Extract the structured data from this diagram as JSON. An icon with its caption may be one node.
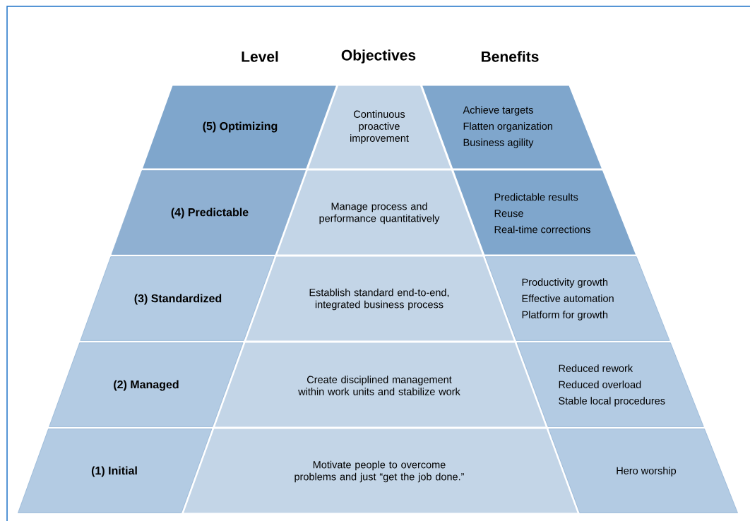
{
  "diagram": {
    "nodes": [
      {
        "text": [
          "(5) Optimizing"
        ]
      },
      {
        "text": [
          "Continuous proactive improvement"
        ]
      },
      {
        "text": [
          "Achieve targets",
          "Flatten organization",
          "Business agility"
        ]
      },
      {
        "text": [
          "(4) Predictable"
        ]
      },
      {
        "text": [
          "Manage process and performance quantitatively"
        ]
      },
      {
        "text": [
          "Predictable results",
          "Reuse",
          "Real-time corrections"
        ]
      },
      {
        "text": [
          "(3) Standardized"
        ]
      },
      {
        "text": [
          "Establish standard end-to-end, integrated business process"
        ]
      },
      {
        "text": [
          "Productivity growth",
          "Effective automation",
          "Platform for growth"
        ]
      },
      {
        "text": [
          "(2) Managed"
        ]
      },
      {
        "text": [
          "Create disciplined management within work units and stabilize work"
        ]
      },
      {
        "text": [
          "Reduced rework",
          "Reduced overload",
          "Stable local procedures"
        ]
      },
      {
        "text": [
          "(1) Initial"
        ]
      },
      {
        "text": [
          "Motivate people to overcome problems and just “get the job done.”"
        ]
      },
      {
        "text": [
          "Hero worship"
        ]
      }
    ],
    "labels": [
      "Level",
      "Objectives",
      "Benefits"
    ]
  }
}
